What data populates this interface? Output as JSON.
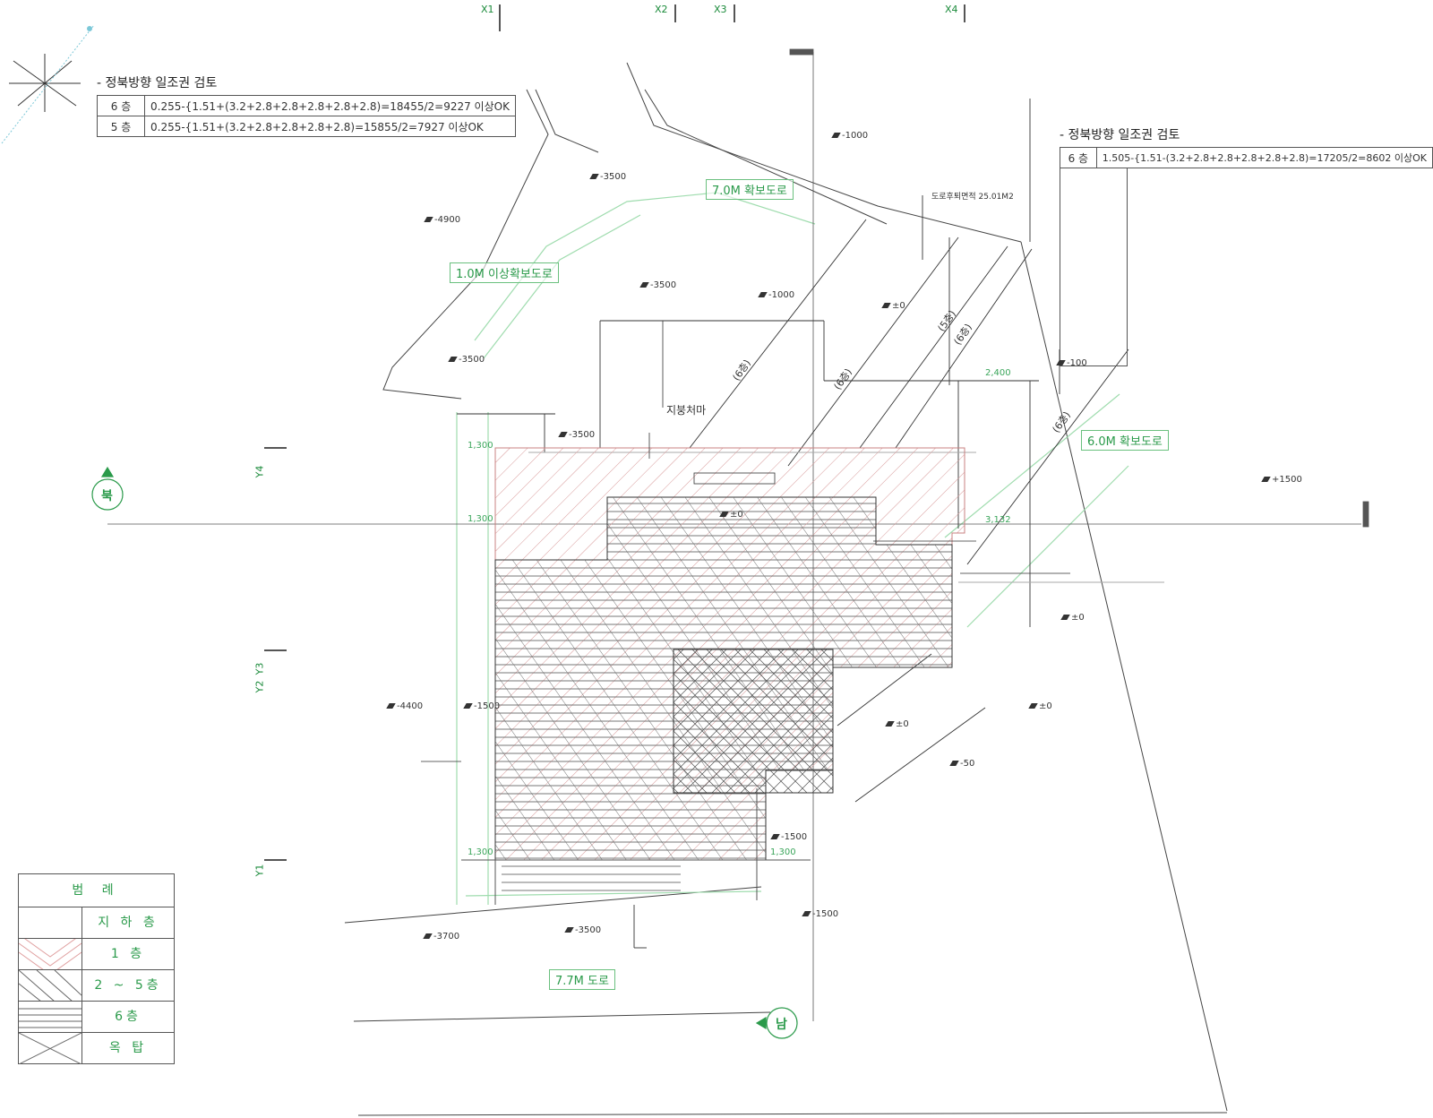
{
  "review_left": {
    "title": "- 정북방향 일조권 검토",
    "rows": [
      {
        "floor": "6 층",
        "formula": "0.255-{1.51+(3.2+2.8+2.8+2.8+2.8+2.8)=18455/2=9227 이상OK"
      },
      {
        "floor": "5 층",
        "formula": "0.255-{1.51+(3.2+2.8+2.8+2.8+2.8)=15855/2=7927 이상OK"
      }
    ]
  },
  "review_right": {
    "title": "- 정북방향 일조권 검토",
    "rows": [
      {
        "floor": "6 층",
        "formula": "1.505-{1.51-(3.2+2.8+2.8+2.8+2.8+2.8)=17205/2=8602 이상OK"
      }
    ]
  },
  "roads": {
    "north": "7.0M 확보도로",
    "northwest": "1.0M 이상확보도로",
    "east": "6.0M 확보도로",
    "south": "7.7M 도로"
  },
  "road_area_note": "도로후퇴면적 25.01M2",
  "roof_label": "지붕처마",
  "grid_labels": {
    "x1": "X1",
    "x2": "X2",
    "x3": "X3",
    "x4": "X4",
    "y1": "Y1",
    "y2": "Y2",
    "y3": "Y3",
    "y4": "Y4"
  },
  "compass": {
    "north_mark": "북",
    "south_mark": "남"
  },
  "levels": {
    "l1": "-1000",
    "l2": "-3500",
    "l3": "-4900",
    "l4": "-3500",
    "l5": "-1000",
    "l6": "±0",
    "l7": "-3500",
    "l8": "-100",
    "l9": "-3500",
    "l10": "+1500",
    "l11": "±0",
    "l12": "±0",
    "l13": "-4400",
    "l14": "-1500",
    "l15": "±0",
    "l16": "±0",
    "l17": "-50",
    "l18": "-1500",
    "l19": "-1500",
    "l20": "-3700",
    "l21": "-3500"
  },
  "dims": {
    "d1": "1,300",
    "d2": "1,300",
    "d3": "1,300",
    "d4": "1,300",
    "d5": "2,400",
    "d6": "3,132"
  },
  "floor_marks": {
    "f1": "(6층)",
    "f2": "(6층)",
    "f3": "(5층)",
    "f4": "(6층)",
    "f5": "(6층)"
  },
  "legend": {
    "title": "범 례",
    "items": [
      "지 하 층",
      "1 층",
      "2 ~ 5층",
      "6층",
      "옥 탑"
    ]
  },
  "colors": {
    "line": "#333333",
    "green": "#2a9a4a",
    "hatch": "#444444",
    "roof": "#d88080"
  }
}
